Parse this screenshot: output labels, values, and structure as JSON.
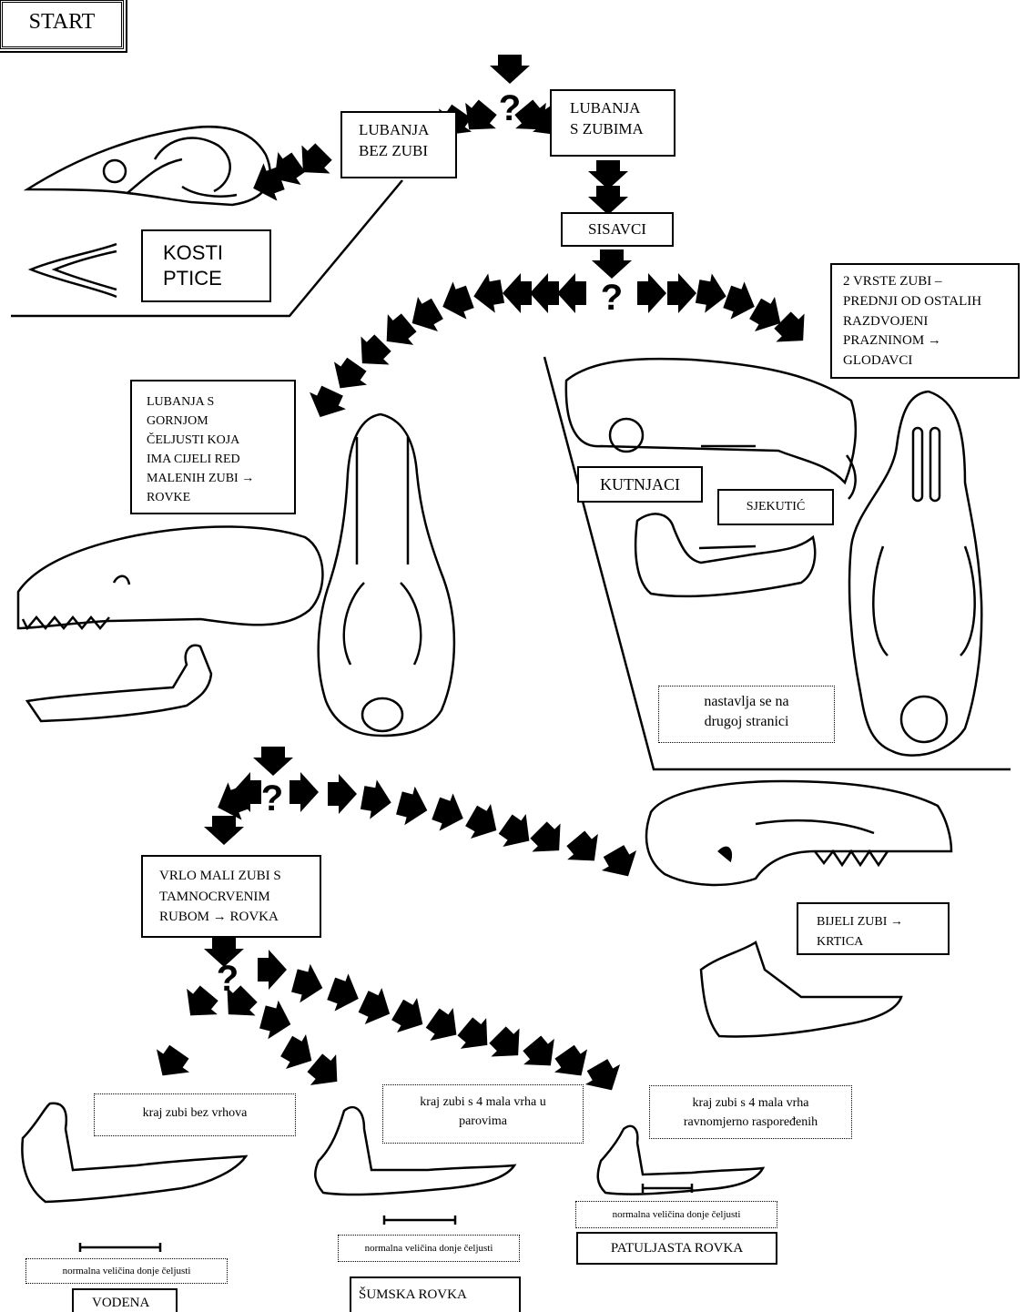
{
  "start_label": "START",
  "question_mark": "?",
  "nodes": {
    "skull_no_teeth": "LUBANJA\nBEZ ZUBI",
    "skull_with_teeth": "LUBANJA\nS ZUBIMA",
    "bird_bones": "KOSTI\nPTICE",
    "mammals": "SISAVCI",
    "rodents": "2 VRSTE ZUBI –\nPREDNJI OD OSTALIH\nRAZDVOJENI\nPRAZNINOM →\nGLODAVCI",
    "shrews": "LUBANJA S\nGORNJOM\nČELJUSTI KOJA\nIMA CIJELI RED\nMALENIH ZUBI →\nROVKE",
    "molars": "KUTNJACI",
    "incisor": "SJEKUTIĆ",
    "continued": "nastavlja se na\ndrugoj stranici",
    "red_teeth": "VRLO MALI ZUBI S\nTAMNOCRVENIM\nRUBOM → ROVKA",
    "mole": "BIJELI ZUBI →\nKRTICA"
  },
  "species": [
    {
      "trait": "kraj zubi bez vrhova",
      "size_note": "normalna veličina donje čeljusti",
      "name": "VODENA\nROVKA"
    },
    {
      "trait": "kraj zubi s 4 mala vrha u\nparovima",
      "size_note": "normalna veličina donje čeljusti",
      "name": "ŠUMSKA ROVKA"
    },
    {
      "trait": "kraj zubi s 4 mala vrha\nravnomjerno raspoređenih",
      "size_note": "normalna veličina donje čeljusti",
      "name": "PATULJASTA ROVKA"
    }
  ],
  "colors": {
    "ink": "#000000",
    "paper": "#ffffff"
  },
  "icons": [
    "down-arrow-icon",
    "question-mark-icon",
    "bird-skull-icon",
    "wishbone-icon",
    "rodent-skull-icon",
    "shrew-skull-icon",
    "mole-skull-icon",
    "jaw-icon"
  ]
}
